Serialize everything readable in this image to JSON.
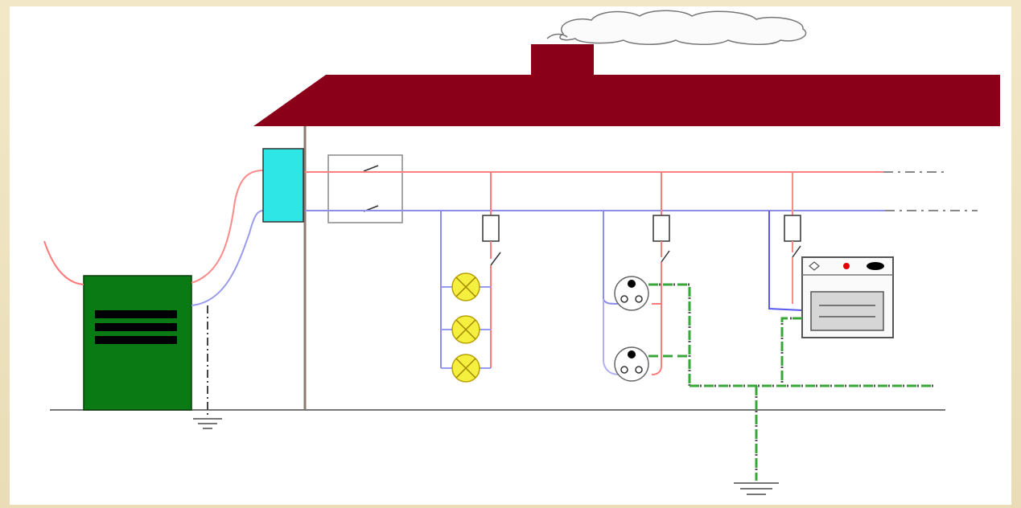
{
  "diagram": {
    "title": "",
    "colors": {
      "background_frame": "#efe5c5",
      "roof": "#8b0018",
      "chimney": "#8b0018",
      "live_wire": "#ff7a7a",
      "neutral_wire": "#8e8ee8",
      "earth_wire": "#3aa53a",
      "earth_dash_dark": "#555555",
      "consumer_unit": "#2ee6e6",
      "generator": "#0a7a14",
      "lamp": "#f5f040"
    },
    "components": {
      "supply_unit": "generator",
      "consumer_unit": "meter-box",
      "main_switch": "double-pole-switch",
      "lighting_circuit": {
        "fuse": true,
        "switch": true,
        "lamps": 3
      },
      "socket_circuit": {
        "fuse": true,
        "switch": true,
        "sockets": 2
      },
      "cooker_circuit": {
        "fuse": true,
        "switch": true,
        "appliance": "oven"
      },
      "earth_electrodes": 2
    }
  }
}
